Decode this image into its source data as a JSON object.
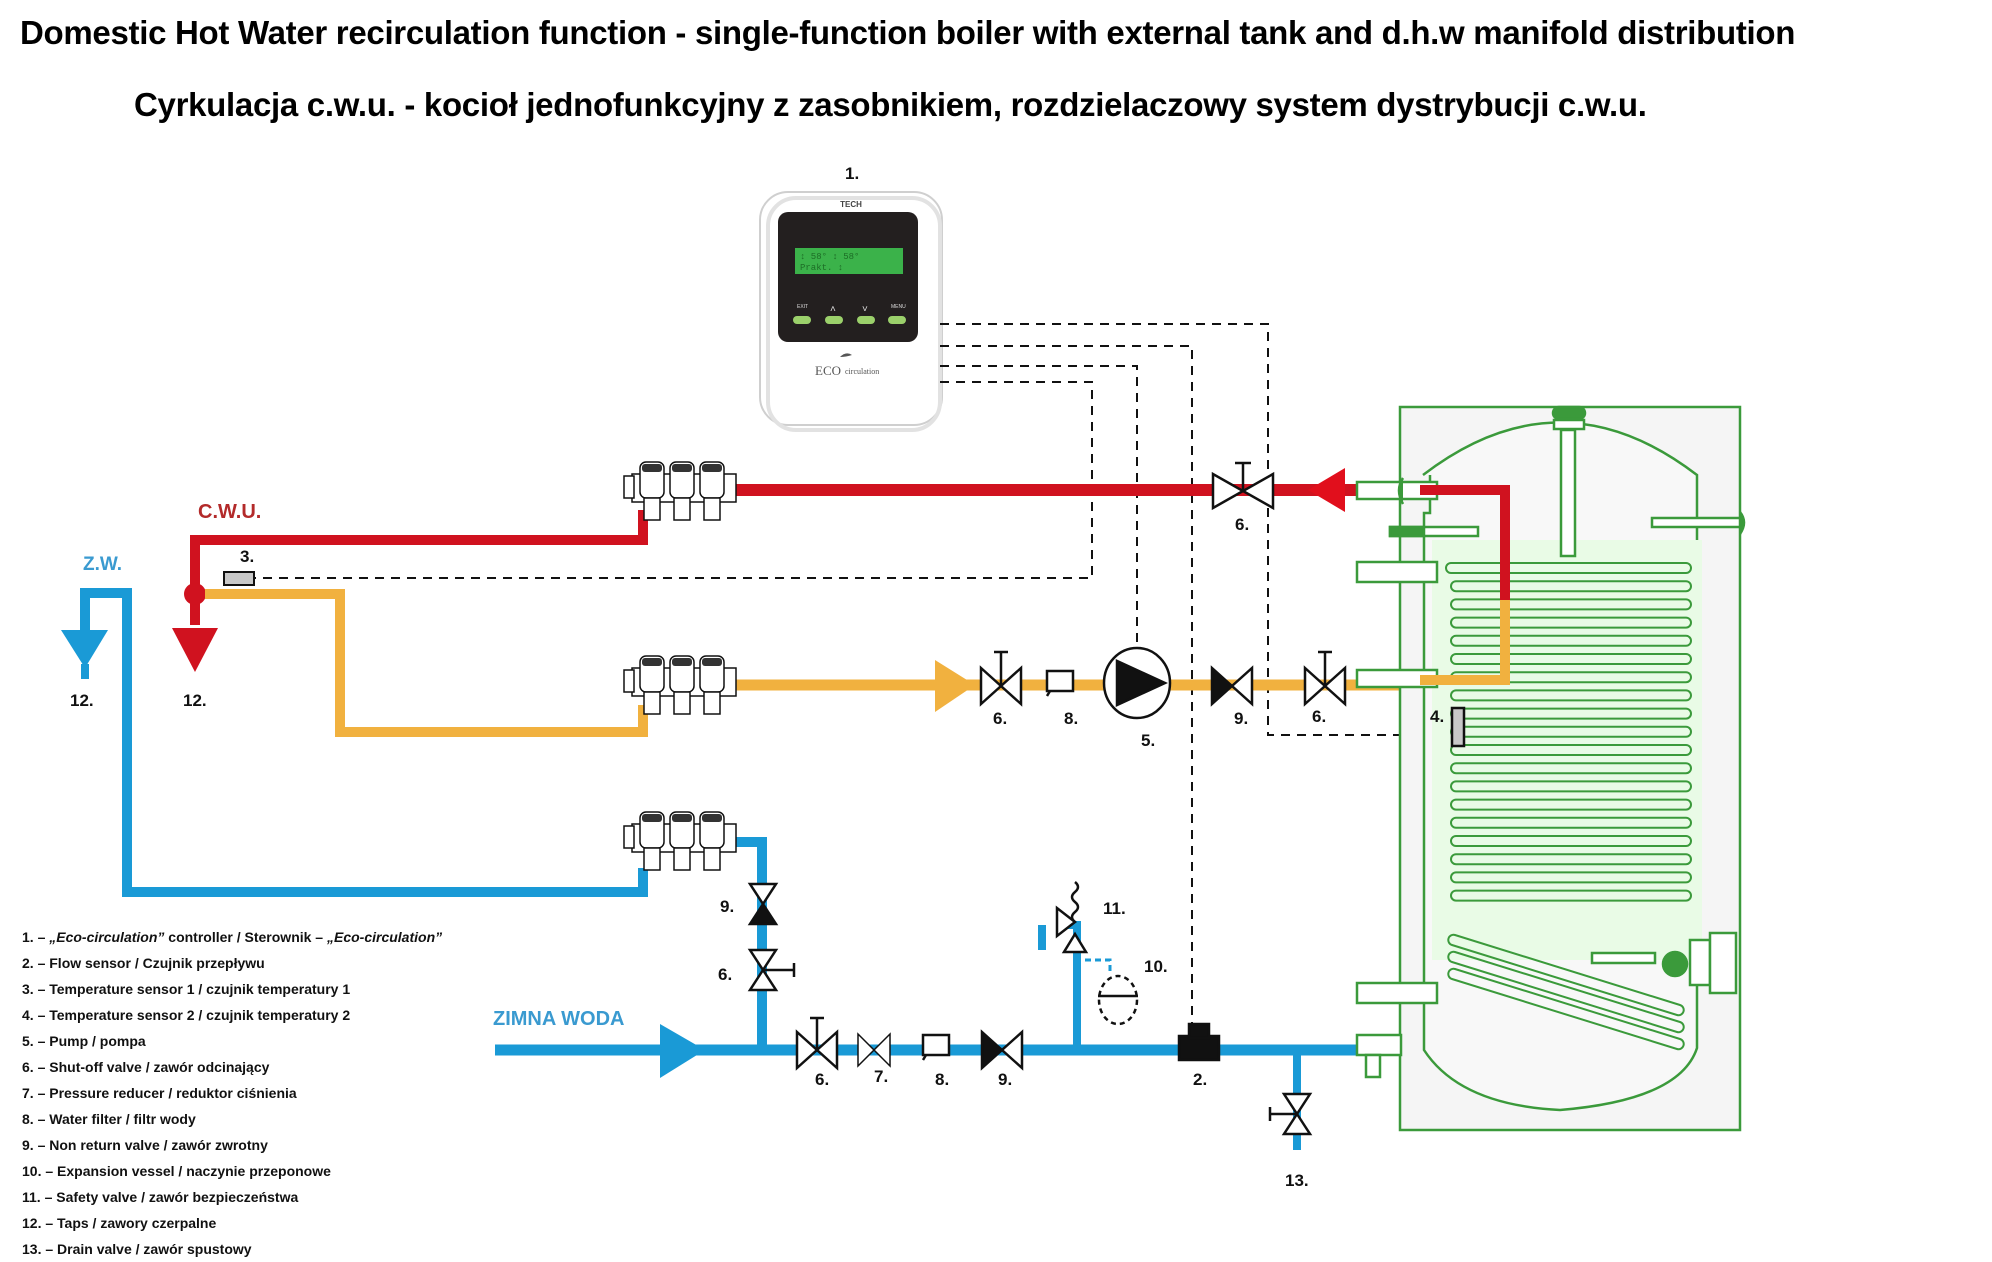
{
  "title": "Domestic Hot Water recirculation function - single-function boiler with external tank and d.h.w manifold distribution",
  "subtitle": "Cyrkulacja c.w.u. - kocioł jednofunkcyjny z zasobnikiem, rozdzielaczowy system dystrybucji c.w.u.",
  "colors": {
    "hot_water": "#d0121f",
    "circulation": "#f1b13f",
    "cold_water": "#1a9ad6",
    "tank": "#3b9a3b",
    "tank_fill": "#e9fbe6",
    "signal": "#111111"
  },
  "controller": {
    "number": "1.",
    "brand": "TECH",
    "display_line1": "↕ 58°      ↕ 58°",
    "display_line2": "Prakt.      ↕",
    "buttons": [
      "EXIT",
      "˄",
      "˅",
      "MENU"
    ],
    "logo_eco": "ECO",
    "logo_circ": "circulation"
  },
  "pipe_labels": {
    "cwu": "C.W.U.",
    "zw": "Z.W.",
    "zimna_woda": "ZIMNA WODA"
  },
  "component_labels": {
    "sensor3": "3.",
    "sensor4": "4.",
    "valve6_hot": "6.",
    "valve6_circ_left": "6.",
    "filter8_circ": "8.",
    "pump5": "5.",
    "check9_circ": "9.",
    "valve6_circ_right": "6.",
    "tap12_cold": "12.",
    "tap12_hot": "12.",
    "check9_vert": "9.",
    "valve6_vert": "6.",
    "valve6_cold": "6.",
    "reducer7": "7.",
    "filter8_cold": "8.",
    "check9_cold": "9.",
    "safety11": "11.",
    "expansion10": "10.",
    "flow2": "2.",
    "drain13": "13."
  },
  "legend": [
    {
      "num": "1.",
      "en": "„Eco-circulation”",
      "rest": " controller / Sterownik – ",
      "pl": "„Eco-circulation”"
    },
    {
      "num": "2.",
      "text": "Flow sensor / Czujnik przepływu"
    },
    {
      "num": "3.",
      "text": "Temperature sensor 1 / czujnik temperatury 1"
    },
    {
      "num": "4.",
      "text": "Temperature sensor 2 / czujnik temperatury 2"
    },
    {
      "num": "5.",
      "text": "Pump / pompa"
    },
    {
      "num": "6.",
      "text": "Shut-off valve / zawór odcinający"
    },
    {
      "num": "7.",
      "text": "Pressure reducer / reduktor ciśnienia"
    },
    {
      "num": "8.",
      "text": "Water filter / filtr wody"
    },
    {
      "num": "9.",
      "text": "Non return valve / zawór zwrotny"
    },
    {
      "num": "10.",
      "text": "Expansion vessel / naczynie przeponowe"
    },
    {
      "num": "11.",
      "text": "Safety valve / zawór bezpieczeństwa"
    },
    {
      "num": "12.",
      "text": "Taps / zawory czerpalne"
    },
    {
      "num": "13.",
      "text": "Drain valve / zawór spustowy"
    }
  ]
}
